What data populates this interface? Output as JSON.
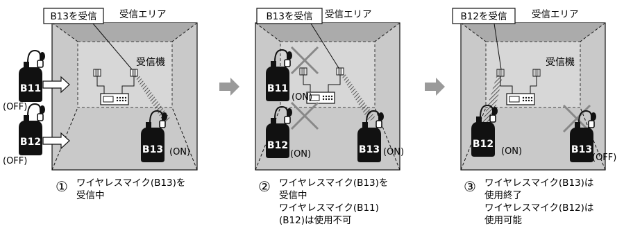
{
  "panels": [
    {
      "tag": "B13を受信",
      "area": "受信エリア",
      "receiver": "受信機",
      "mics": [
        {
          "id": "B11",
          "state": "(OFF)"
        },
        {
          "id": "B12",
          "state": "(OFF)"
        },
        {
          "id": "B13",
          "state": "(ON)"
        }
      ],
      "number": "①",
      "caption": [
        "ワイヤレスマイク(B13)を",
        "受信中"
      ]
    },
    {
      "tag": "B13を受信",
      "area": "受信エリア",
      "mics": [
        {
          "id": "B11",
          "state": "(ON)"
        },
        {
          "id": "B12",
          "state": "(ON)"
        },
        {
          "id": "B13",
          "state": "(ON)"
        }
      ],
      "number": "②",
      "caption": [
        "ワイヤレスマイク(B13)を",
        "受信中",
        "ワイヤレスマイク(B11)",
        "(B12)は使用不可"
      ]
    },
    {
      "tag": "B12を受信",
      "area": "受信エリア",
      "receiver": "受信機",
      "mics": [
        {
          "id": "B12",
          "state": "(ON)"
        },
        {
          "id": "B13",
          "state": "(OFF)"
        }
      ],
      "number": "③",
      "caption": [
        "ワイヤレスマイク(B13)は",
        "使用終了",
        "ワイヤレスマイク(B12)は",
        "使用可能"
      ]
    }
  ]
}
